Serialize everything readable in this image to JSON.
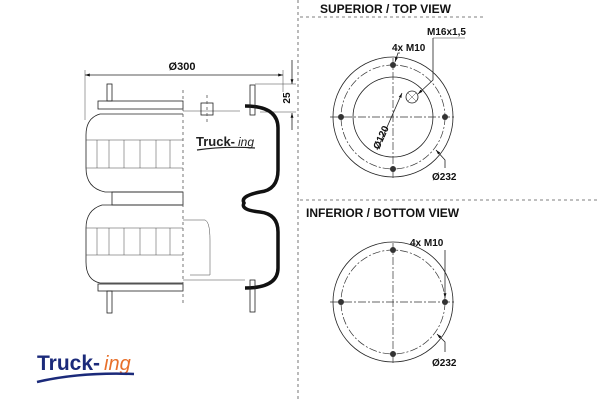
{
  "side_view": {
    "diameter_label": "Ø300",
    "height_label": "25",
    "inner_logo": {
      "main": "Truck-",
      "suffix": "ing"
    }
  },
  "top_view": {
    "title": "SUPERIOR / TOP VIEW",
    "thread_label": "M16x1,5",
    "bolts_label": "4x M10",
    "inner_diameter_label": "Ø120",
    "outer_diameter_label": "Ø232"
  },
  "bottom_view": {
    "title": "INFERIOR / BOTTOM VIEW",
    "bolts_label": "4x M10",
    "outer_diameter_label": "Ø232"
  },
  "logo": {
    "main": "Truck-",
    "suffix": "ing",
    "main_color": "#1b2a7a",
    "suffix_color": "#e8702a"
  }
}
